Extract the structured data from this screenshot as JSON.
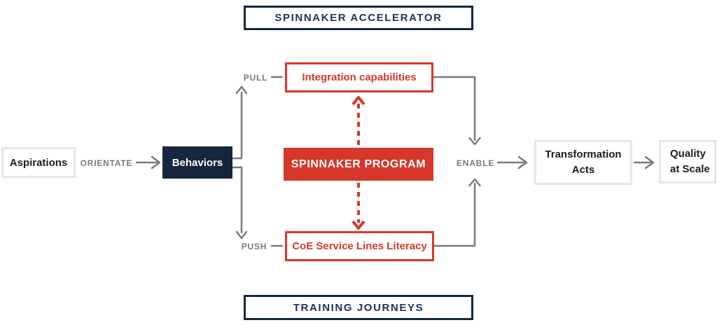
{
  "diagram": {
    "banners": {
      "top": "SPINNAKER ACCELERATOR",
      "bottom": "TRAINING JOURNEYS"
    },
    "nodes": {
      "aspirations": {
        "label": "Aspirations"
      },
      "behaviors": {
        "label": "Behaviors"
      },
      "integration_capabilities": {
        "label": "Integration capabilities"
      },
      "spinnaker_program": {
        "label": "SPINNAKER PROGRAM"
      },
      "coe_service_lines": {
        "label": "CoE Service Lines Literacy"
      },
      "transformation_acts": {
        "line1": "Transformation",
        "line2": "Acts"
      },
      "quality_at_scale": {
        "line1": "Quality",
        "line2": "at Scale"
      }
    },
    "edge_labels": {
      "orientate": "ORIENTATE",
      "pull": "PULL",
      "push": "PUSH",
      "enable": "ENABLE"
    },
    "colors": {
      "navy": "#15263E",
      "navy_text": "#1C3456",
      "red": "#D6382B",
      "gray": "#7D787E",
      "light_box_border": "#E9E7E7",
      "text_dark": "#1C1C1C"
    }
  }
}
